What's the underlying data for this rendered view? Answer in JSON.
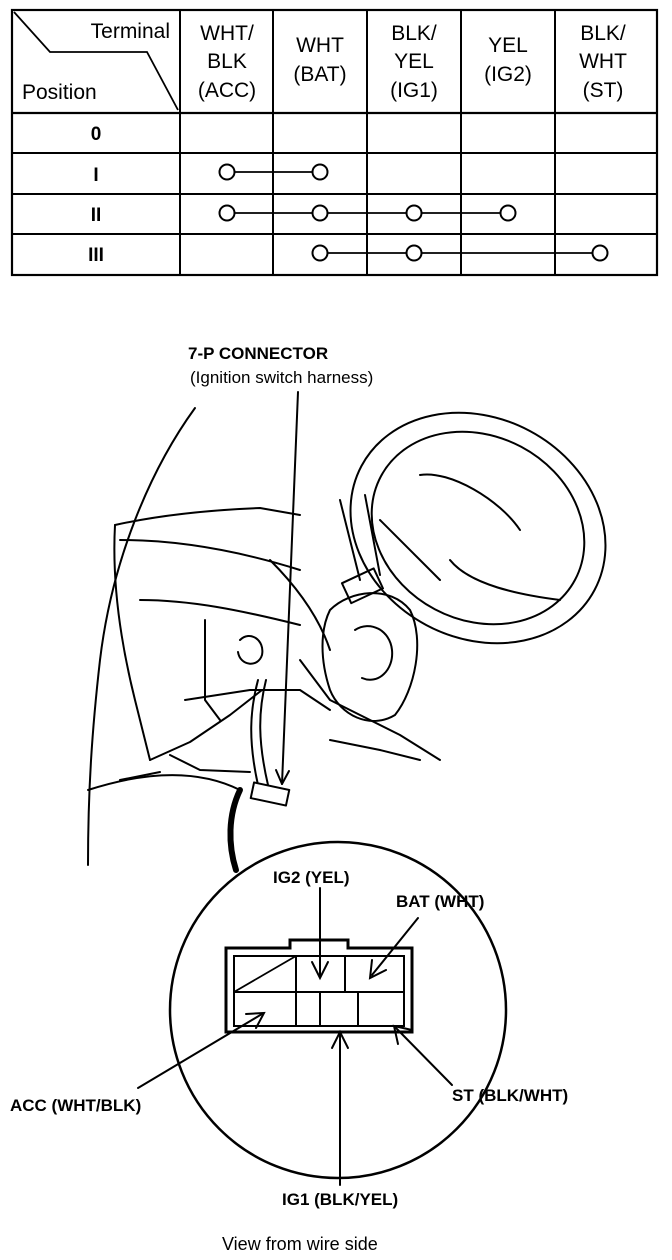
{
  "table": {
    "corner_top": "Terminal",
    "corner_bottom": "Position",
    "columns": [
      {
        "line1": "WHT/",
        "line2": "BLK",
        "line3": "(ACC)"
      },
      {
        "line1": "WHT",
        "line2": "(BAT)"
      },
      {
        "line1": "BLK/",
        "line2": "YEL",
        "line3": "(IG1)"
      },
      {
        "line1": "YEL",
        "line2": "(IG2)"
      },
      {
        "line1": "BLK/",
        "line2": "WHT",
        "line3": "(ST)"
      }
    ],
    "rows": [
      {
        "position": "0",
        "connected": []
      },
      {
        "position": "I",
        "connected": [
          0,
          1
        ]
      },
      {
        "position": "II",
        "connected": [
          0,
          1,
          2,
          3
        ]
      },
      {
        "position": "III",
        "connected": [
          1,
          2,
          4
        ]
      }
    ]
  },
  "diagram": {
    "connector_title": "7-P CONNECTOR",
    "connector_subtitle": "(Ignition switch harness)",
    "terminals": {
      "ig2": "IG2 (YEL)",
      "bat": "BAT (WHT)",
      "acc": "ACC (WHT/BLK)",
      "st": "ST (BLK/WHT)",
      "ig1": "IG1 (BLK/YEL)"
    },
    "caption": "View from wire side"
  }
}
